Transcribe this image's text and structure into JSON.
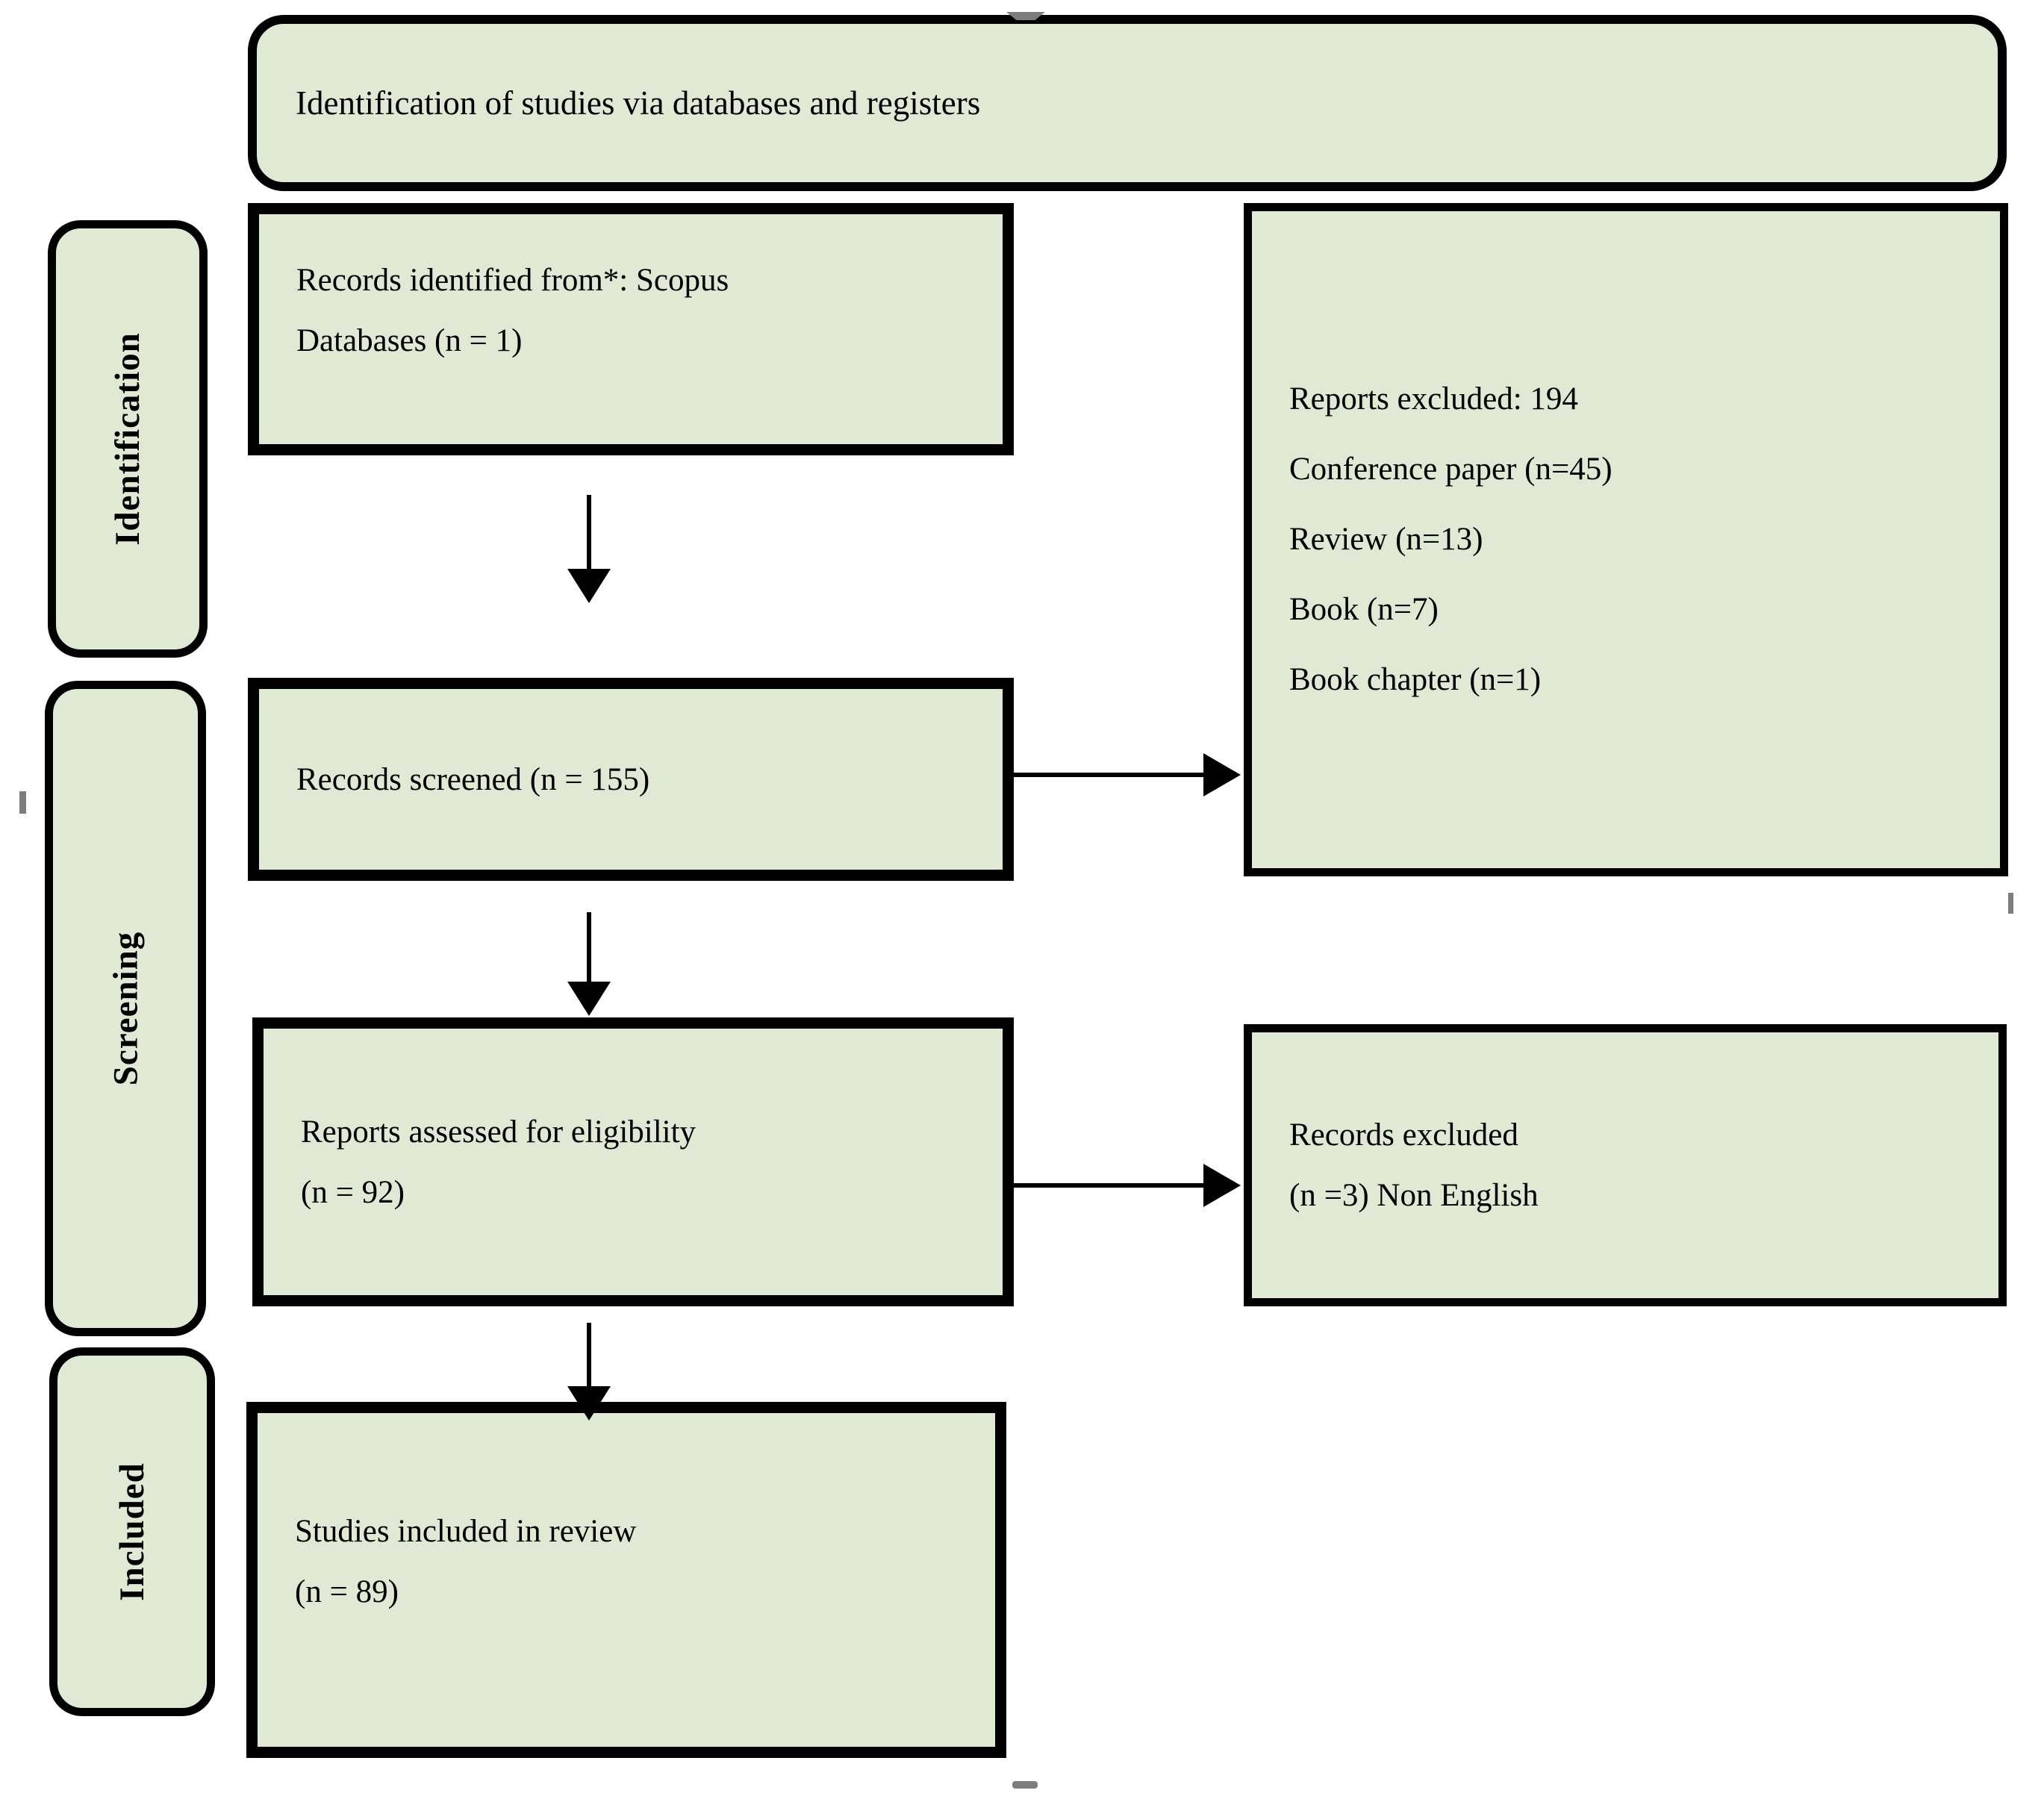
{
  "banner": {
    "title": "Identification of studies via databases and registers"
  },
  "sidebar": {
    "stages": [
      {
        "label": "Identification"
      },
      {
        "label": "Screening"
      },
      {
        "label": "Included"
      }
    ]
  },
  "flow": {
    "identified": {
      "line1": "Records identified from*: Scopus",
      "line2": "Databases (n = 1)"
    },
    "screened": {
      "line1": "Records screened (n = 155)"
    },
    "assessed": {
      "line1": "Reports assessed for eligibility",
      "line2": "(n = 92)"
    },
    "included": {
      "line1": "Studies included in review",
      "line2": "(n = 89)"
    }
  },
  "exclusions": {
    "reports_excluded": {
      "lines": [
        "Reports excluded: 194",
        "Conference paper (n=45)",
        "Review (n=13)",
        "Book (n=7)",
        "Book chapter (n=1)"
      ]
    },
    "records_excluded": {
      "line1": "Records excluded",
      "line2": "(n =3) Non English"
    }
  },
  "colors": {
    "box_fill": "#dfe9d4",
    "border": "#000000",
    "artifact_gray": "#7d7d7d"
  }
}
